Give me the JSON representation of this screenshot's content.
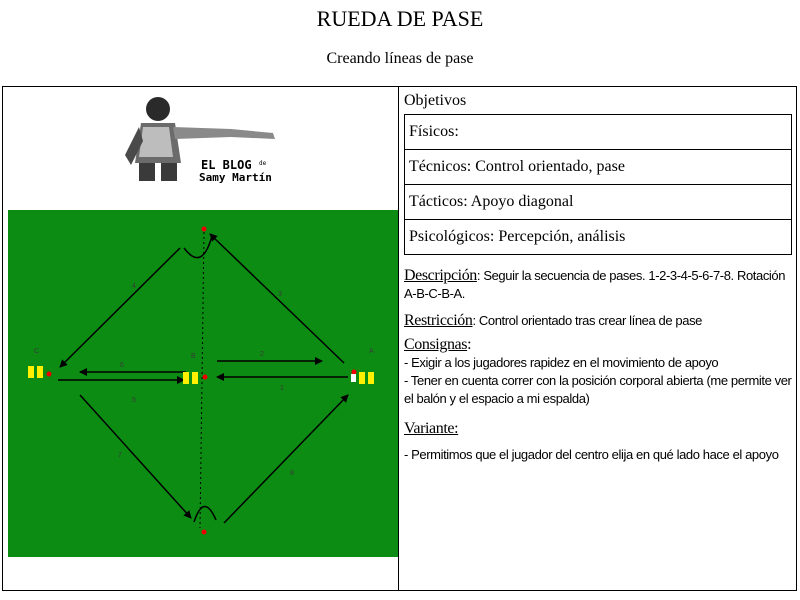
{
  "document": {
    "title": "RUEDA DE PASE",
    "subtitle": "Creando líneas de pase"
  },
  "logo": {
    "line1": "EL BLOG",
    "line1_small": "de",
    "line2": "Samy Martín"
  },
  "diagram": {
    "field_color": "#0c8c13",
    "labels": {
      "pos_a": "A",
      "pos_b": "B",
      "pos_c": "C",
      "p1": "1",
      "p2": "2",
      "p3": "3",
      "p4": "4",
      "p5": "5",
      "p6": "6",
      "p7": "7",
      "p8": "8"
    }
  },
  "objectives": {
    "heading": "Objetivos",
    "rows": [
      "Físicos:",
      "Técnicos: Control orientado, pase",
      "Tácticos: Apoyo diagonal",
      "Psicológicos: Percepción, análisis"
    ]
  },
  "description": {
    "heading": "Descripción",
    "text": ": Seguir la secuencia de pases. 1-2-3-4-5-6-7-8. Rotación A-B-C-B-A."
  },
  "restriction": {
    "heading": "Restricción",
    "text": ": Control orientado tras crear línea de pase"
  },
  "consignas": {
    "heading": "Consignas",
    "suffix": ":",
    "items": [
      "- Exigir a los jugadores rapidez en el movimiento de apoyo",
      "- Tener en cuenta correr con la posición corporal abierta (me permite ver el balón y el espacio a mi espalda)"
    ]
  },
  "variante": {
    "heading": "Variante:",
    "items": [
      "- Permitimos que el jugador del centro elija en qué lado hace el apoyo"
    ]
  }
}
